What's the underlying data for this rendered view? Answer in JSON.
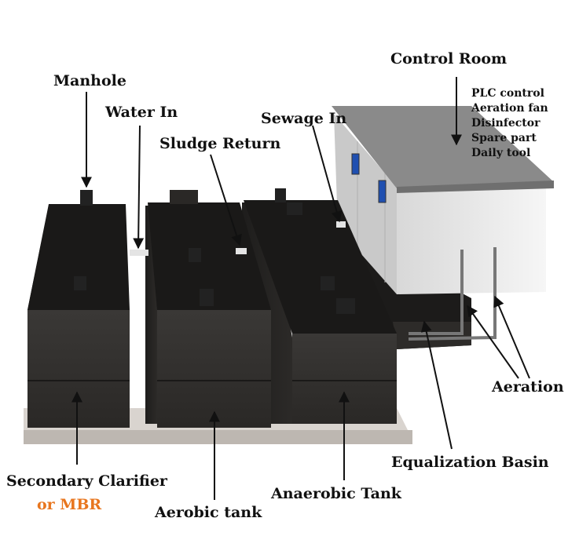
{
  "labels": {
    "control_room": "Control Room",
    "manhole": "Manhole",
    "water_in": "Water In",
    "sewage_in": "Sewage In",
    "sludge_return": "Sludge Return",
    "aeration": "Aeration",
    "equalization_basin": "Equalization Basin",
    "secondary_clarifier": "Secondary Clarifier",
    "or_mbr": "or MBR",
    "aerobic_tank": "Aerobic tank",
    "anaerobic_tank": "Anaerobic Tank"
  },
  "control_room_items": [
    "PLC control",
    "Aeration fan",
    "Disinfector",
    "Spare part",
    "Daily tool"
  ],
  "colors": {
    "tank_dark": "#2a2826",
    "tank_top": "#1a1918",
    "concrete_base": "#d9d4cf",
    "room_wall": "#eeeeee",
    "room_roof": "#8a8a8a",
    "label_text": "#111111",
    "accent_orange": "#e8761f"
  }
}
